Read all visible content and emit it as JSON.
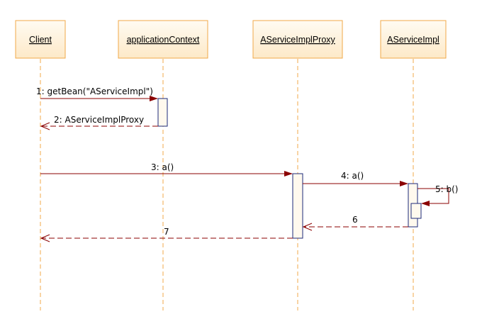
{
  "colors": {
    "object_fill_top": "#fffbf2",
    "object_fill_bottom": "#fde9c8",
    "object_border": "#f0a848",
    "lifeline": "#f0a848",
    "activation_fill": "#fff9ee",
    "activation_border": "#1e2a7a",
    "message": "#8b0000"
  },
  "participants": [
    {
      "id": "client",
      "name": "Client"
    },
    {
      "id": "ctx",
      "name": "applicationContext"
    },
    {
      "id": "proxy",
      "name": "AServiceImplProxy"
    },
    {
      "id": "impl",
      "name": "AServiceImpl"
    }
  ],
  "messages": [
    {
      "id": "m1",
      "label": "1: getBean(\"AServiceImpl\")",
      "from": "client",
      "to": "ctx",
      "kind": "call"
    },
    {
      "id": "m2",
      "label": "2: AServiceImplProxy",
      "from": "ctx",
      "to": "client",
      "kind": "return"
    },
    {
      "id": "m3",
      "label": "3: a()",
      "from": "client",
      "to": "proxy",
      "kind": "call"
    },
    {
      "id": "m4",
      "label": "4: a()",
      "from": "proxy",
      "to": "impl",
      "kind": "call"
    },
    {
      "id": "m5",
      "label": "5: b()",
      "from": "impl",
      "to": "impl",
      "kind": "self"
    },
    {
      "id": "m6",
      "label": "6",
      "from": "impl",
      "to": "proxy",
      "kind": "return"
    },
    {
      "id": "m7",
      "label": "7",
      "from": "proxy",
      "to": "client",
      "kind": "return"
    }
  ]
}
